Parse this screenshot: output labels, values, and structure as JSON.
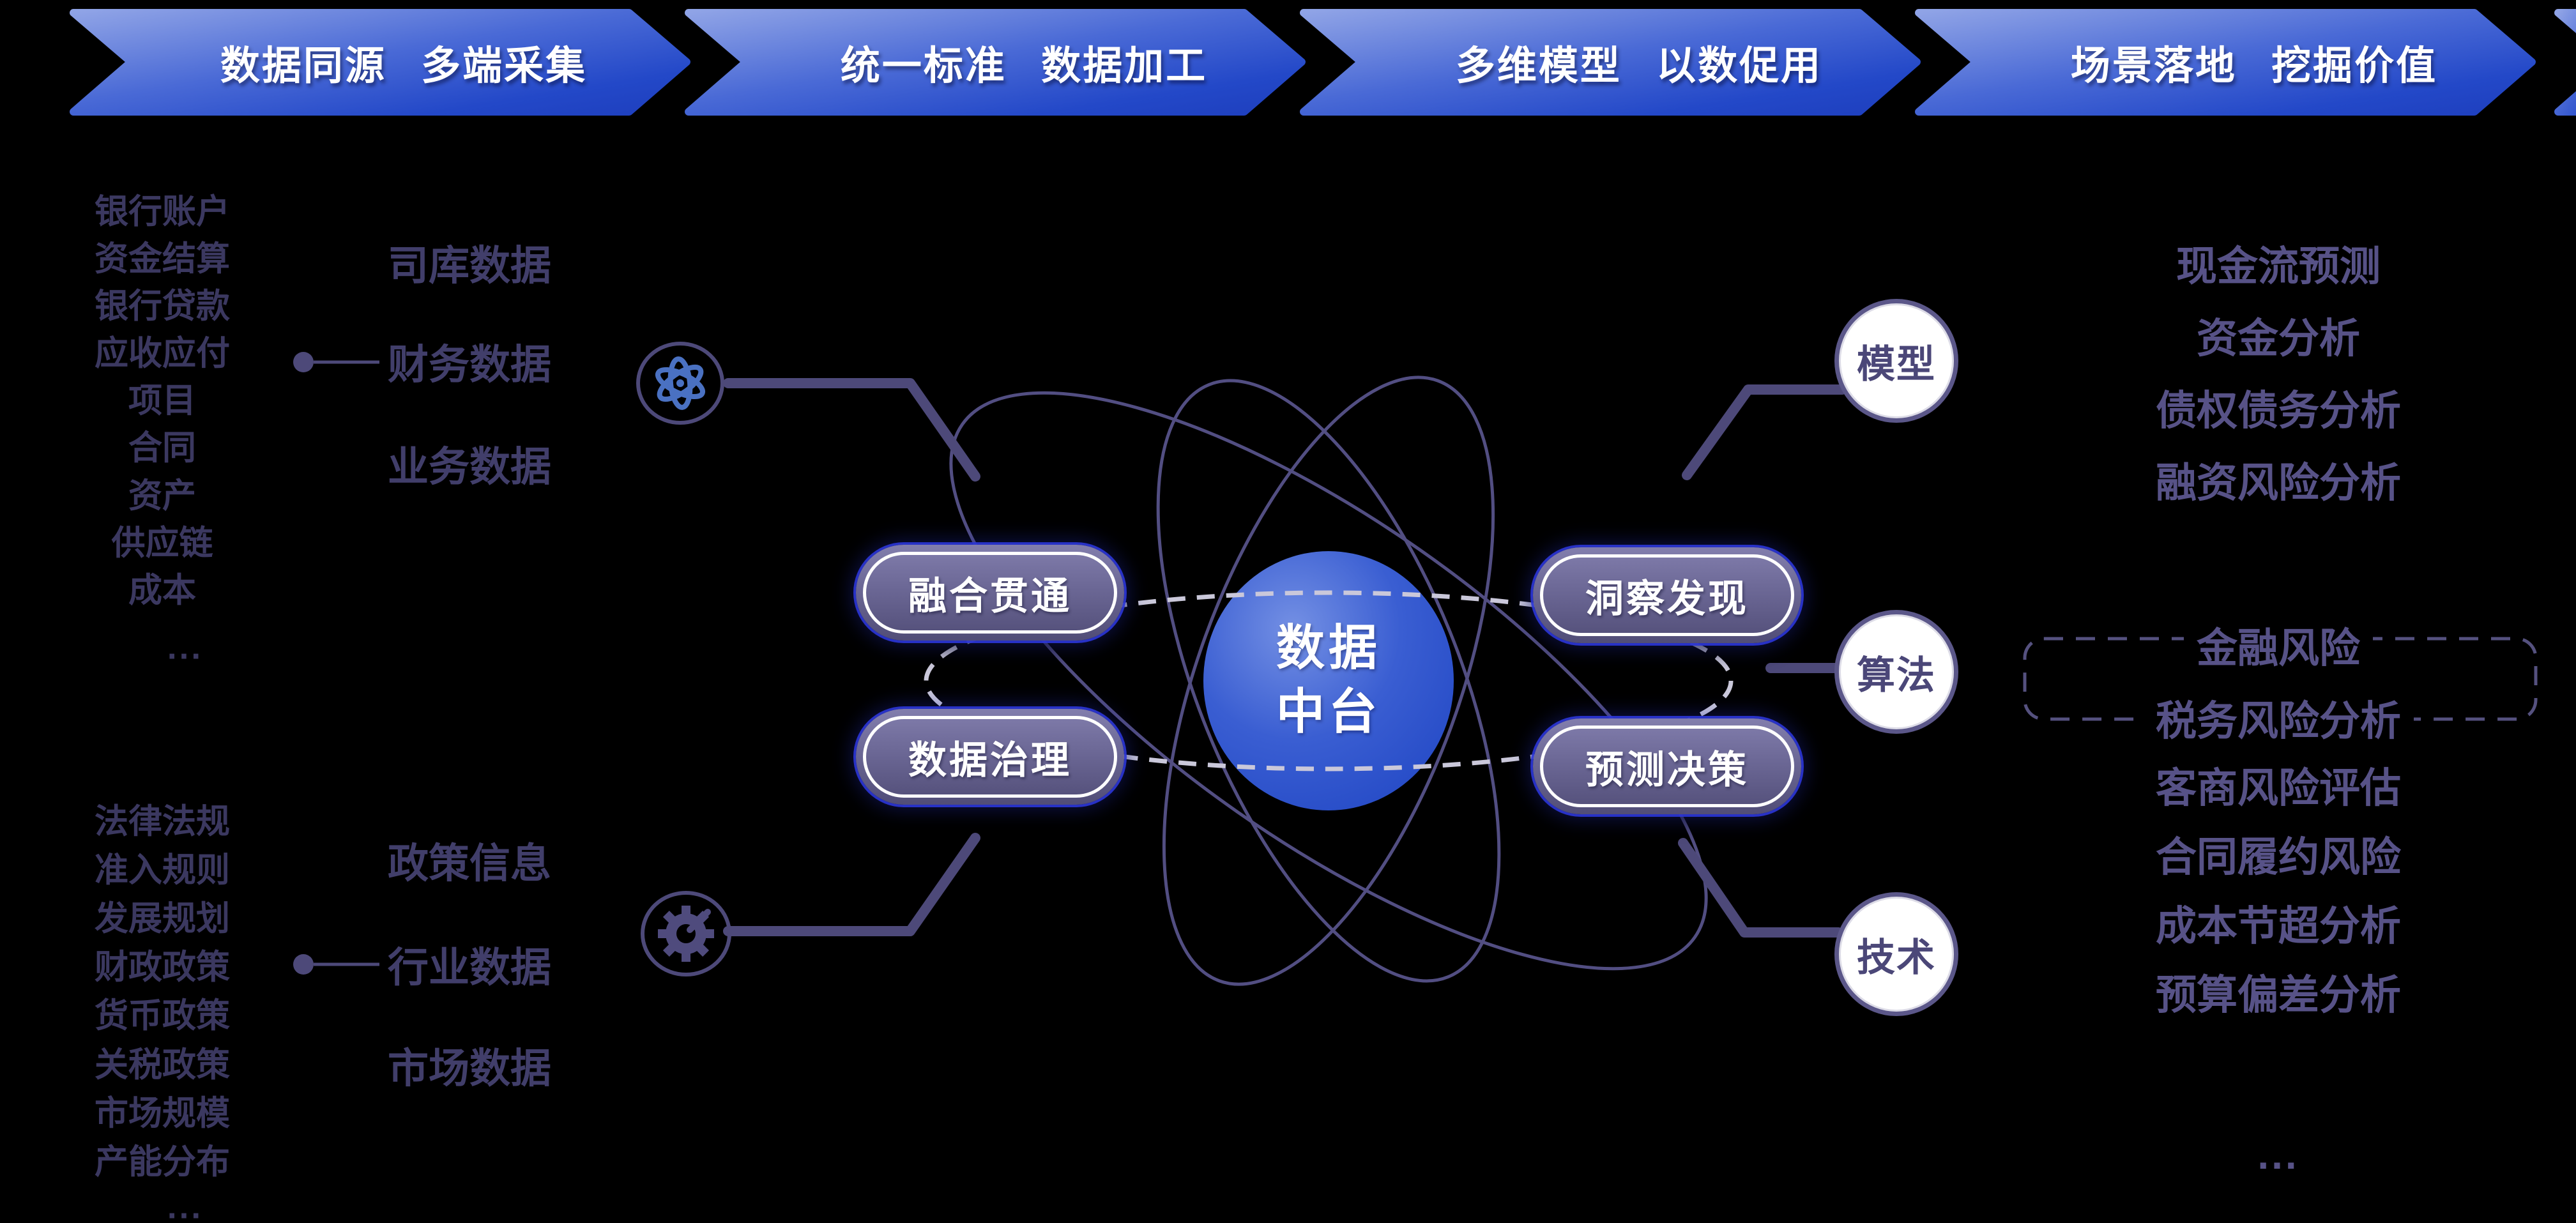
{
  "banners": [
    {
      "label": "数据同源 多端采集"
    },
    {
      "label": "统一标准 数据加工"
    },
    {
      "label": "多维模型 以数促用"
    },
    {
      "label": "场景落地 挖掘价值"
    }
  ],
  "left": {
    "treasury_sources": [
      "银行账户",
      "资金结算",
      "银行贷款",
      "应收应付",
      "项目",
      "合同",
      "资产",
      "供应链",
      "成本"
    ],
    "treasury_sources_more": "...",
    "treasury_labels": [
      "司库数据",
      "财务数据",
      "业务数据"
    ],
    "policy_sources": [
      "法律法规",
      "准入规则",
      "发展规划",
      "财政政策",
      "货币政策",
      "关税政策",
      "市场规模",
      "产能分布"
    ],
    "policy_sources_more": "...",
    "policy_labels": [
      "政策信息",
      "行业数据",
      "市场数据"
    ]
  },
  "center": {
    "hub_line1": "数据",
    "hub_line2": "中台",
    "left_capsules": [
      "融合贯通",
      "数据治理"
    ],
    "right_capsules": [
      "洞察发现",
      "预测决策"
    ],
    "nodes": [
      "模型",
      "算法",
      "技术"
    ]
  },
  "right": {
    "items_top": [
      "现金流预测",
      "资金分析",
      "债权债务分析",
      "融资风险分析"
    ],
    "boxed_items": [
      "金融风险",
      "税务风险分析"
    ],
    "items_bottom": [
      "客商风险评估",
      "合同履约风险",
      "成本节超分析",
      "预算偏差分析"
    ],
    "more": "..."
  },
  "icons": {
    "top_left": "atom-icon",
    "bottom_left": "gear-icon"
  },
  "colors": {
    "background": "#000000",
    "banner_light": "#8fa3e6",
    "banner_dark": "#1e3fbe",
    "hub_blue": "#2c50c8",
    "capsule_purple": "#6d6997",
    "line_purple": "#4d4979",
    "text_dark_purple": "#3b3860",
    "text_mid_purple": "#575287",
    "dash_light": "#cac8da"
  }
}
